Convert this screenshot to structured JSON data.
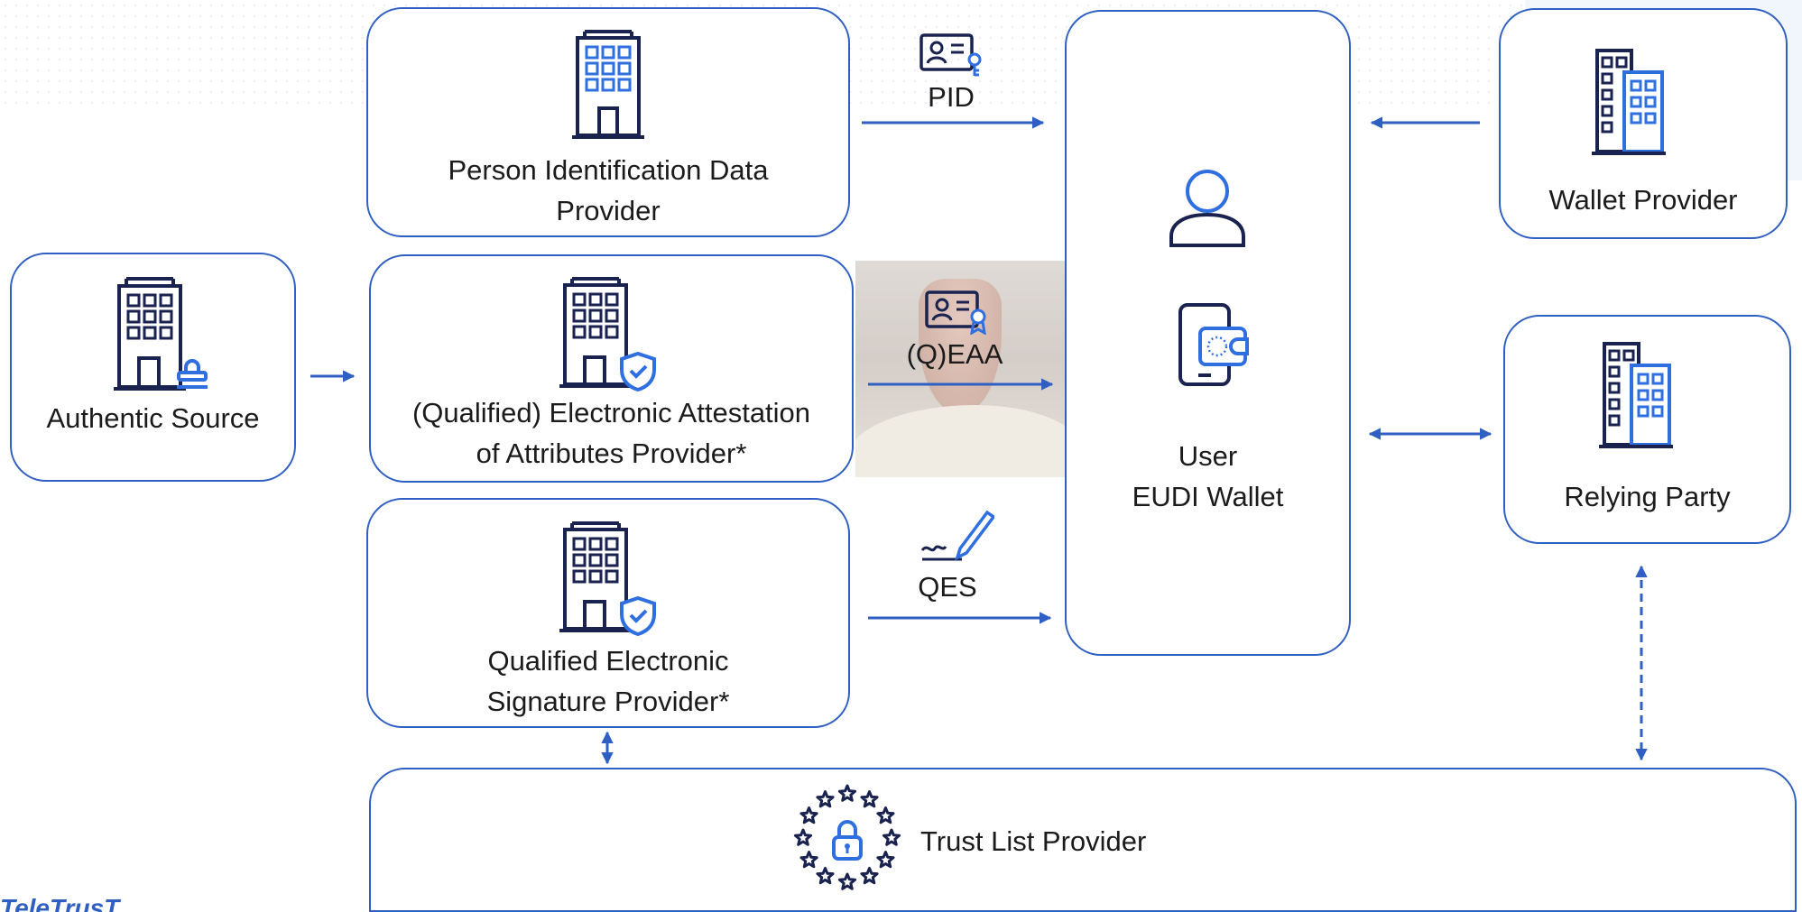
{
  "boxes": {
    "pid_provider": "Person Identification Data\nProvider",
    "authentic_source": "Authentic Source",
    "eaa_provider": "(Qualified) Electronic Attestation\nof Attributes Provider*",
    "qes_provider": "Qualified Electronic\nSignature Provider*",
    "wallet_user": "User\nEUDI Wallet",
    "wallet_provider": "Wallet Provider",
    "relying_party": "Relying Party",
    "trust_list": "Trust List Provider"
  },
  "flows": {
    "pid": "PID",
    "qeaa": "(Q)EAA",
    "qes": "QES"
  },
  "logo_text": "TeleTrusT",
  "colors": {
    "accent": "#2f5fc2",
    "icon_dark": "#1a2250",
    "text": "#1b1b1b"
  },
  "icons": [
    "building-icon",
    "building-stamp-icon",
    "building-shield-icon",
    "office-complex-icon",
    "id-card-key-icon",
    "id-card-badge-icon",
    "signature-pen-icon",
    "user-icon",
    "wallet-phone-icon",
    "eu-stars-lock-icon"
  ]
}
